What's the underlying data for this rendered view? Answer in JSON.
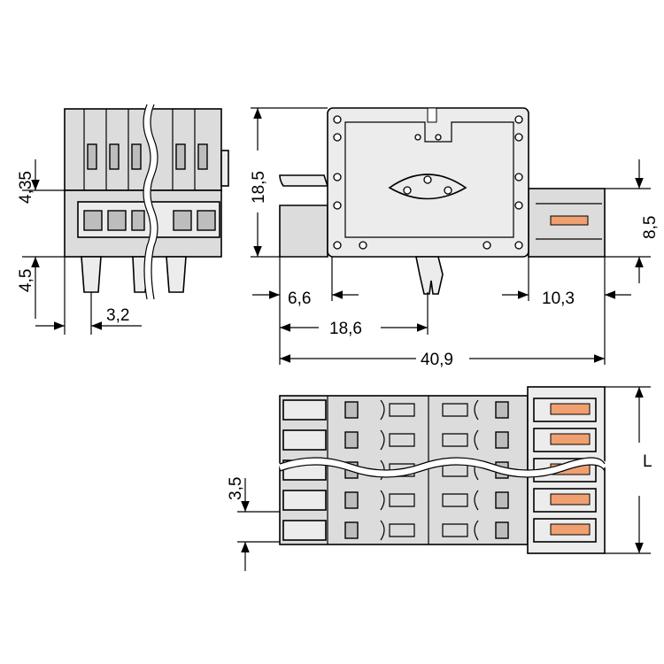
{
  "dimensions": {
    "d_4_35": "4,35",
    "d_4_5": "4,5",
    "d_3_2": "3,2",
    "d_18_5": "18,5",
    "d_6_6": "6,6",
    "d_18_6": "18,6",
    "d_40_9": "40,9",
    "d_10_3": "10,3",
    "d_8_5": "8,5",
    "d_3_5": "3,5",
    "d_L": "L"
  },
  "colors": {
    "housing": "#dcdcdc",
    "actuator": "#f0a070",
    "line": "#000000"
  }
}
